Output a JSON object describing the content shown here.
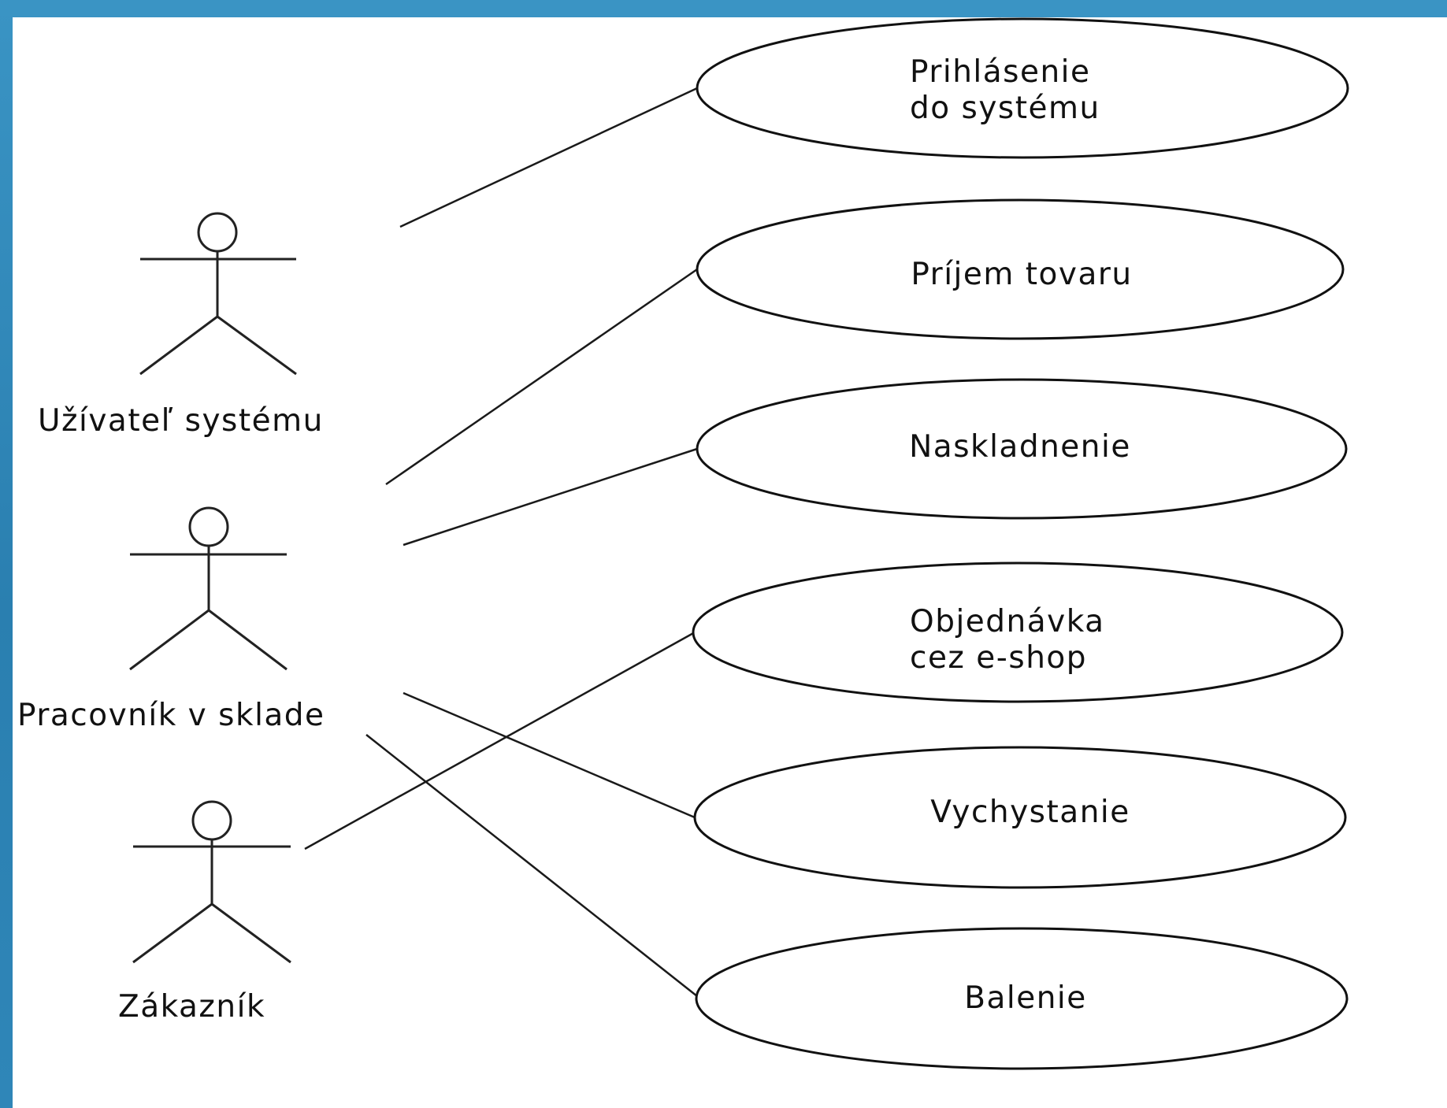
{
  "diagram": {
    "background_color": "#2e85b3",
    "canvas_color": "#ffffff",
    "actors": [
      {
        "id": "user",
        "label": "Užívateľ systému"
      },
      {
        "id": "worker",
        "label": "Pracovník v sklade"
      },
      {
        "id": "customer",
        "label": "Zákazník"
      }
    ],
    "use_cases": [
      {
        "id": "login",
        "lines": [
          "Prihlásenie",
          "do systému"
        ]
      },
      {
        "id": "receipt",
        "lines": [
          "Príjem tovaru"
        ]
      },
      {
        "id": "storage",
        "lines": [
          "Naskladnenie"
        ]
      },
      {
        "id": "eshop",
        "lines": [
          "Objednávka",
          "cez e-shop"
        ]
      },
      {
        "id": "picking",
        "lines": [
          "Vychystanie"
        ]
      },
      {
        "id": "packing",
        "lines": [
          "Balenie"
        ]
      }
    ],
    "associations": [
      {
        "actor": "user",
        "use_case": "login"
      },
      {
        "actor": "worker",
        "use_case": "receipt"
      },
      {
        "actor": "worker",
        "use_case": "storage"
      },
      {
        "actor": "worker",
        "use_case": "picking"
      },
      {
        "actor": "worker",
        "use_case": "packing"
      },
      {
        "actor": "customer",
        "use_case": "eshop"
      }
    ]
  }
}
